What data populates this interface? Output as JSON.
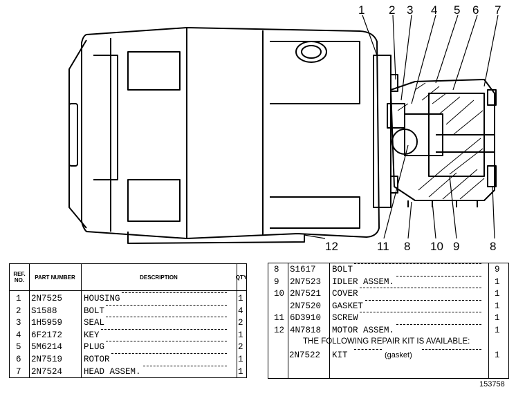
{
  "callouts": [
    "1",
    "2",
    "3",
    "4",
    "5",
    "6",
    "7",
    "8",
    "9",
    "10",
    "11",
    "12"
  ],
  "left_table": {
    "headers": {
      "ref": "REF. NO.",
      "part": "PART NUMBER",
      "desc": "DESCRIPTION",
      "qty": "QTY"
    },
    "rows": [
      {
        "ref": "1",
        "part": "2N7525",
        "desc": "HOUSING",
        "qty": "1"
      },
      {
        "ref": "2",
        "part": "S1588",
        "desc": "BOLT",
        "qty": "4"
      },
      {
        "ref": "3",
        "part": "1H5959",
        "desc": "SEAL",
        "qty": "2"
      },
      {
        "ref": "4",
        "part": "6F2172",
        "desc": "KEY",
        "qty": "1"
      },
      {
        "ref": "5",
        "part": "5M6214",
        "desc": "PLUG",
        "qty": "2"
      },
      {
        "ref": "6",
        "part": "2N7519",
        "desc": "ROTOR",
        "qty": "1"
      },
      {
        "ref": "7",
        "part": "2N7524",
        "desc": "HEAD ASSEM.",
        "qty": "1"
      }
    ]
  },
  "right_table": {
    "rows": [
      {
        "ref": "8",
        "part": "S1617",
        "desc": "BOLT",
        "qty": "9"
      },
      {
        "ref": "9",
        "part": "2N7523",
        "desc": "IDLER ASSEM.",
        "qty": "1"
      },
      {
        "ref": "10",
        "part": "2N7521",
        "desc": "COVER",
        "qty": "1"
      },
      {
        "ref": "",
        "part": "2N7520",
        "desc": "GASKET",
        "qty": "1"
      },
      {
        "ref": "11",
        "part": "6D3910",
        "desc": "SCREW",
        "qty": "1"
      },
      {
        "ref": "12",
        "part": "4N7818",
        "desc": "MOTOR ASSEM.",
        "qty": "1"
      }
    ],
    "kit_note": "THE FOLLOWING REPAIR KIT IS AVAILABLE:",
    "kit": {
      "part": "2N7522",
      "desc": "KIT",
      "sub": "(gasket)",
      "qty": "1"
    }
  },
  "figure_id": "153758"
}
